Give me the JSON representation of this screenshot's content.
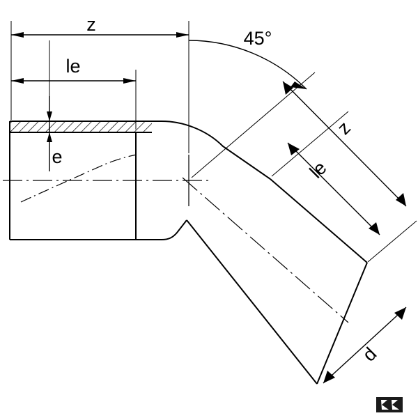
{
  "figure": {
    "title": "45 degree pipe elbow technical drawing",
    "background_color": "#ffffff",
    "line_color": "#000000",
    "hatch_color": "#000000"
  },
  "labels": {
    "z_horizontal": "z",
    "le_horizontal": "le",
    "wall_thickness": "e",
    "angle": "45°",
    "z_diagonal": "z",
    "le_diagonal": "le",
    "diameter": "d"
  },
  "logo": {
    "name": "corner-logo"
  }
}
